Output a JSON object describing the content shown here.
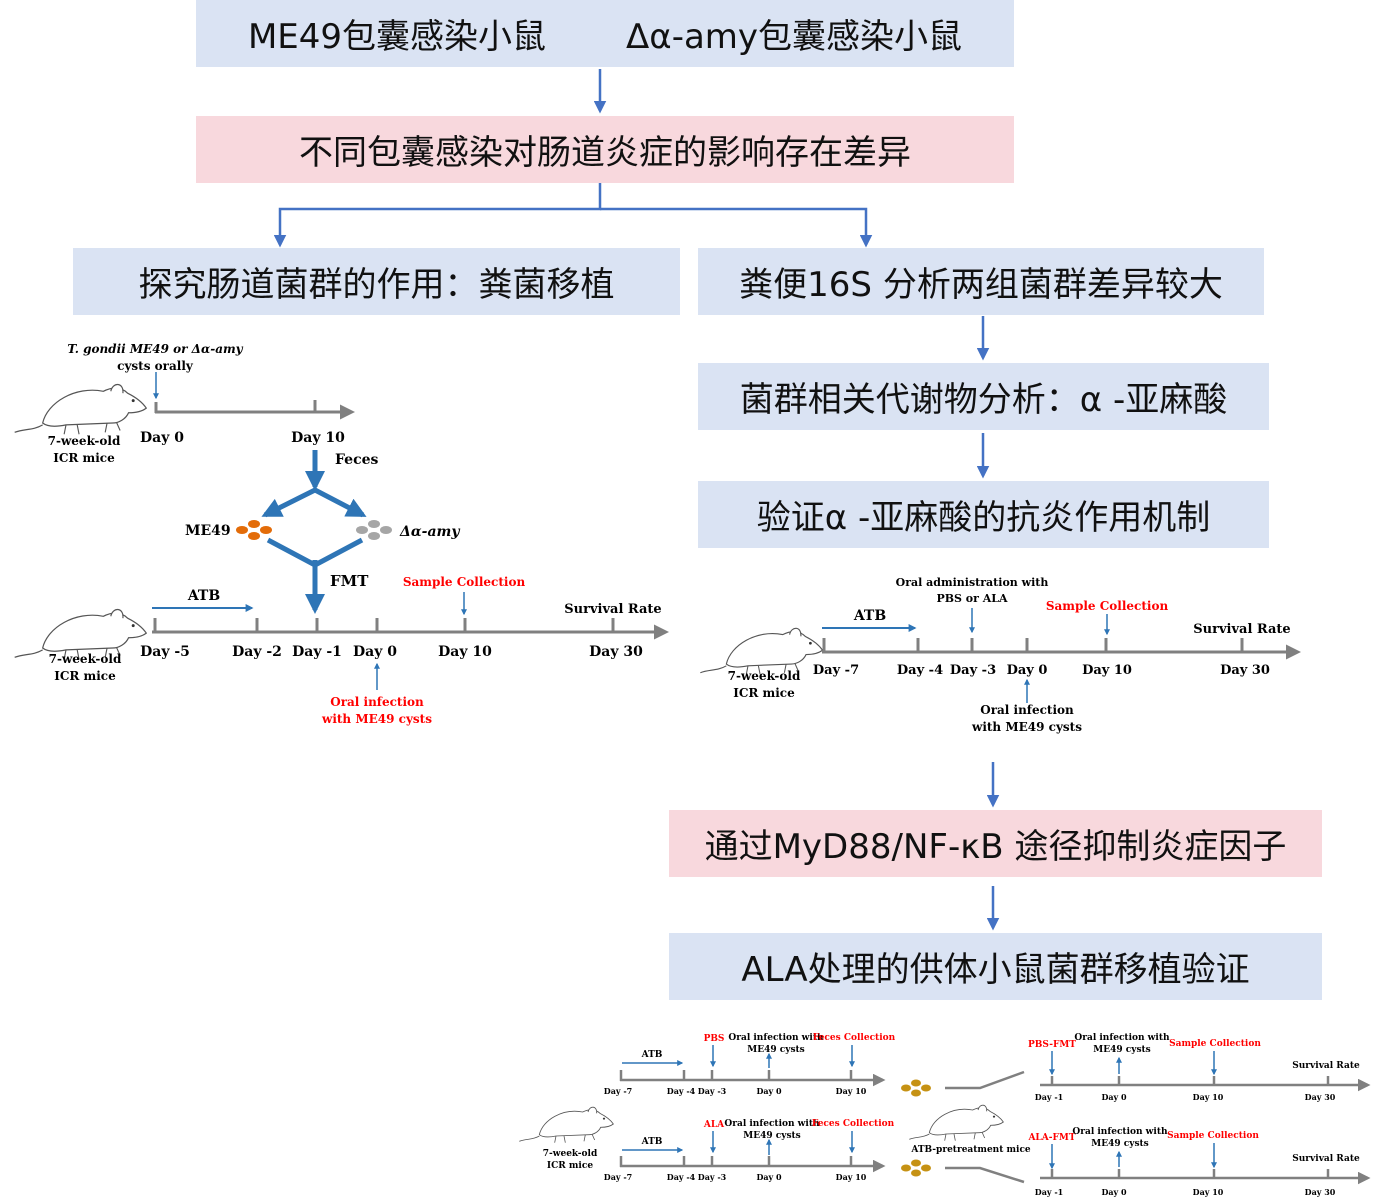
{
  "colors": {
    "blue_box": "#dae3f3",
    "pink_box": "#f8d8dd",
    "arrow": "#4472c4",
    "timeline": "#808080",
    "red_text": "#ff0000",
    "me49_dots": "#e36c09",
    "amy_dots": "#a6a6a6"
  },
  "flow": {
    "top_box": {
      "left": "ME49包囊感染小鼠",
      "right": "Δα-amy包囊感染小鼠"
    },
    "diff_box": "不同包囊感染对肠道炎症的影响存在差异",
    "left_box": "探究肠道菌群的作用：粪菌移植",
    "right_box": "粪便16S 分析两组菌群差异较大",
    "metab_box": "菌群相关代谢物分析：α -亚麻酸",
    "verify_box": "验证α -亚麻酸的抗炎作用机制",
    "myd88_box": "通过MyD88/NF-κB 途径抑制炎症因子",
    "ala_box": "ALA处理的供体小鼠菌群移植验证"
  },
  "left_scheme": {
    "cysts_label_1": "T. gondii ME49 or Δα-amy",
    "cysts_label_2": "cysts orally",
    "mice_1": "7-week-old",
    "mice_2": "ICR mice",
    "day0": "Day 0",
    "day10": "Day 10",
    "feces": "Feces",
    "me49": "ME49",
    "amy": "Δα-amy",
    "fmt": "FMT",
    "atb": "ATB",
    "sample": "Sample Collection",
    "survival": "Survival Rate",
    "days": [
      "Day -5",
      "Day -2",
      "Day -1",
      "Day 0",
      "Day 10",
      "Day 30"
    ],
    "oral_1": "Oral infection",
    "oral_2": "with ME49 cysts"
  },
  "right_scheme": {
    "admin_1": "Oral administration with",
    "admin_2": "PBS or ALA",
    "atb": "ATB",
    "sample": "Sample Collection",
    "survival": "Survival Rate",
    "mice_1": "7-week-old",
    "mice_2": "ICR mice",
    "days": [
      "Day -7",
      "Day -4",
      "Day -3",
      "Day 0",
      "Day 10",
      "Day 30"
    ],
    "oral_1": "Oral infection",
    "oral_2": "with ME49 cysts"
  },
  "bottom_scheme": {
    "atb": "ATB",
    "pbs": "PBS",
    "ala": "ALA",
    "oral_1": "Oral infection with",
    "oral_2": "ME49 cysts",
    "feces": "Feces Collection",
    "days_left": [
      "Day -7",
      "Day -4",
      "Day -3",
      "Day 0",
      "Day 10"
    ],
    "mice_1": "7-week-old",
    "mice_2": "ICR mice",
    "pbs_fmt": "PBS-FMT",
    "ala_fmt": "ALA-FMT",
    "sample": "Sample Collection",
    "survival": "Survival Rate",
    "days_right": [
      "Day -1",
      "Day 0",
      "Day 10",
      "Day 30"
    ],
    "atb_mice": "ATB-pretreatment mice"
  }
}
